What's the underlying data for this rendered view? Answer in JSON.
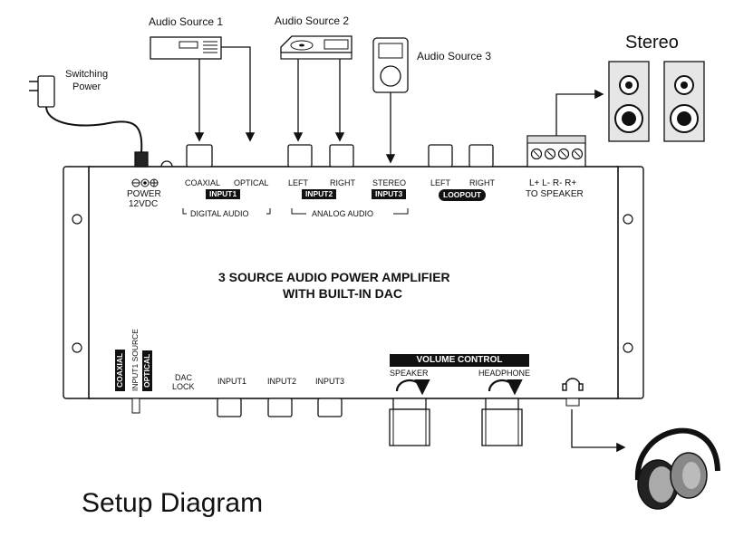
{
  "sources": {
    "source1": "Audio Source 1",
    "source2": "Audio Source 2",
    "source3": "Audio Source 3",
    "power": [
      "Switching",
      "Power"
    ],
    "stereo": "Stereo"
  },
  "rear_panel": {
    "power_label": "POWER",
    "power_voltage": "12VDC",
    "coaxial": "COAXIAL",
    "optical": "OPTICAL",
    "input1": "INPUT1",
    "left": "LEFT",
    "right": "RIGHT",
    "input2": "INPUT2",
    "stereo_jack": "STEREO",
    "input3": "INPUT3",
    "loop_left": "LEFT",
    "loop_right": "RIGHT",
    "loopout": "LOOPOUT",
    "digital_audio": "DIGITAL AUDIO",
    "analog_audio": "ANALOG AUDIO",
    "speaker_terms": "L+  L-  R-  R+",
    "to_speaker": "TO SPEAKER"
  },
  "product": {
    "line1": "3 SOURCE AUDIO POWER AMPLIFIER",
    "line2": "WITH BUILT-IN DAC"
  },
  "front_panel": {
    "coaxial": "COAXIAL",
    "input1_source": "INPUT1 SOURCE",
    "optical": "OPTICAL",
    "dac": "DAC",
    "lock": "LOCK",
    "input1": "INPUT1",
    "input2": "INPUT2",
    "input3": "INPUT3",
    "volume_control": "VOLUME CONTROL",
    "speaker": "SPEAKER",
    "headphone": "HEADPHONE"
  },
  "footer": {
    "title": "Setup Diagram"
  },
  "colors": {
    "line": "#111111",
    "panel_fill": "#ffffff",
    "tag_bg": "#111111",
    "speaker_box": "#e6e6e6"
  }
}
